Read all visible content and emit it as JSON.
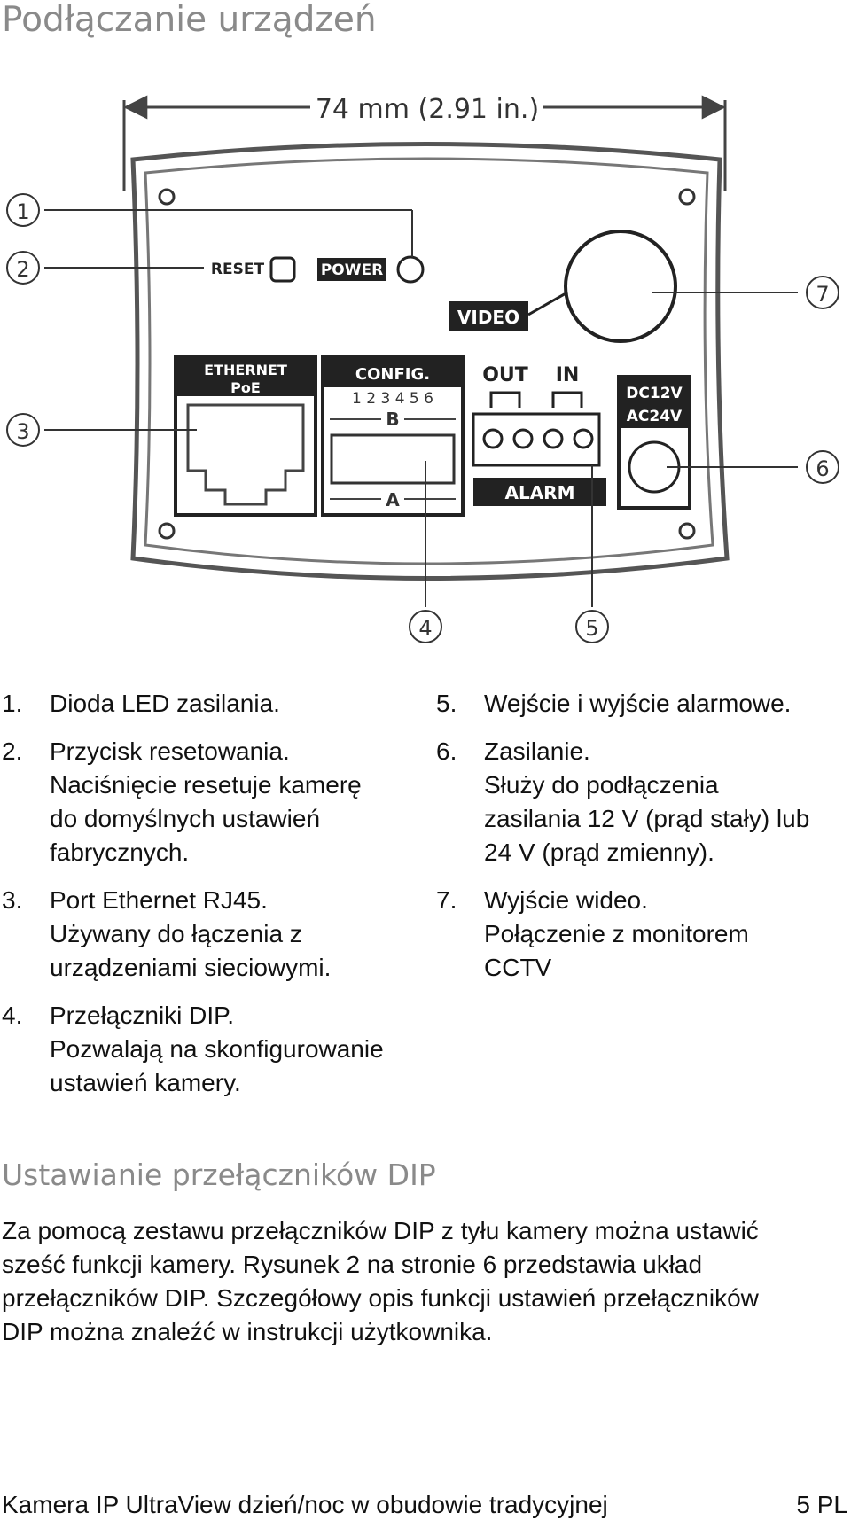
{
  "page_title": "Podłączanie urządzeń",
  "diagram": {
    "dimension": "74 mm (2.91 in.)",
    "callouts": [
      "1",
      "2",
      "3",
      "4",
      "5",
      "6",
      "7"
    ],
    "labels": {
      "reset": "RESET",
      "power": "POWER",
      "video": "VIDEO",
      "ethernet_line1": "ETHERNET",
      "ethernet_line2": "PoE",
      "config": "CONFIG.",
      "config_digits": "1 2 3 4 5 6",
      "switch_b": "B",
      "switch_a": "A",
      "out": "OUT",
      "in": "IN",
      "alarm": "ALARM",
      "dc": "DC12V",
      "ac": "AC24V"
    }
  },
  "list_left": [
    {
      "num": "1.",
      "lines": [
        "Dioda LED zasilania."
      ]
    },
    {
      "num": "2.",
      "lines": [
        "Przycisk resetowania.",
        "Naciśnięcie resetuje kamerę",
        "do domyślnych ustawień",
        "fabrycznych."
      ]
    },
    {
      "num": "3.",
      "lines": [
        "Port Ethernet RJ45.",
        "Używany do łączenia z",
        "urządzeniami sieciowymi."
      ]
    },
    {
      "num": "4.",
      "lines": [
        "Przełączniki DIP.",
        "Pozwalają na skonfigurowanie",
        "ustawień kamery."
      ]
    }
  ],
  "list_right": [
    {
      "num": "5.",
      "lines": [
        "Wejście i wyjście alarmowe."
      ]
    },
    {
      "num": "6.",
      "lines": [
        "Zasilanie.",
        "Służy do podłączenia",
        "zasilania 12 V (prąd stały) lub",
        "24 V (prąd zmienny)."
      ]
    },
    {
      "num": "7.",
      "lines": [
        "Wyjście wideo.",
        "Połączenie z monitorem",
        "CCTV"
      ]
    }
  ],
  "section_title": "Ustawianie przełączników DIP",
  "body_lines": [
    "Za pomocą zestawu przełączników DIP z tyłu kamery można ustawić",
    "sześć funkcji kamery. Rysunek 2 na stronie 6 przedstawia układ",
    "przełączników DIP. Szczegółowy opis funkcji ustawień przełączników",
    "DIP można znaleźć w instrukcji użytkownika."
  ],
  "footer": {
    "left": "Kamera IP UltraView dzień/noc w obudowie tradycyjnej",
    "right": "5 PL"
  }
}
